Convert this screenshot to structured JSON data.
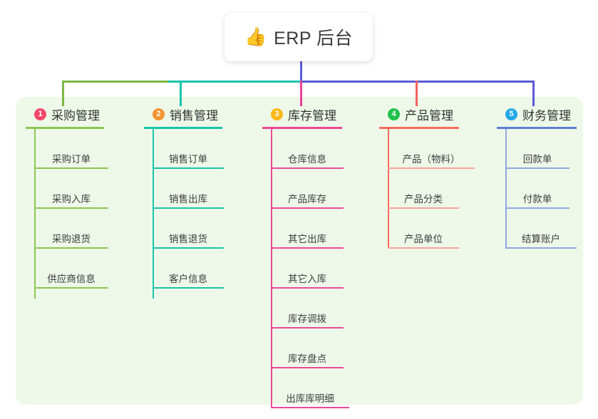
{
  "root": {
    "emoji": "👍",
    "icon_name": "thumbs-up-icon",
    "title": "ERP 后台"
  },
  "theme": {
    "panel_bg": "#eef8e9",
    "page_bg": "#ffffff",
    "text": "#333333",
    "connector_green": "#7cb943",
    "connector_teal": "#19c4ab",
    "connector_blue": "#5b5bd6",
    "drop_green": "#7cb943",
    "drop_teal": "#19c4ab",
    "drop_pink": "#e8439a",
    "drop_red": "#f45f5f",
    "drop_blue": "#5b5bd6"
  },
  "columns": [
    {
      "index": "1",
      "title": "采购管理",
      "badge_color": "#f4486b",
      "line_color": "#8cc653",
      "items": [
        {
          "label": "采购订单"
        },
        {
          "label": "采购入库"
        },
        {
          "label": "采购退货"
        },
        {
          "label": "供应商信息"
        }
      ]
    },
    {
      "index": "2",
      "title": "销售管理",
      "badge_color": "#f69331",
      "line_color": "#19c4ab",
      "items": [
        {
          "label": "销售订单"
        },
        {
          "label": "销售出库"
        },
        {
          "label": "销售退货"
        },
        {
          "label": "客户信息"
        }
      ]
    },
    {
      "index": "3",
      "title": "库存管理",
      "badge_color": "#f8b817",
      "line_color": "#ec4899",
      "items": [
        {
          "label": "仓库信息"
        },
        {
          "label": "产品库存"
        },
        {
          "label": "其它出库"
        },
        {
          "label": "其它入库"
        },
        {
          "label": "库存调拨"
        },
        {
          "label": "库存盘点"
        },
        {
          "label": "出库库明细"
        }
      ]
    },
    {
      "index": "4",
      "title": "产品管理",
      "badge_color": "#1fc04b",
      "line_color": "#f86b5e",
      "items": [
        {
          "label": "产品（物料）"
        },
        {
          "label": "产品分类"
        },
        {
          "label": "产品单位"
        }
      ]
    },
    {
      "index": "5",
      "title": "财务管理",
      "badge_color": "#23a8e8",
      "line_color": "#5b7fd6",
      "items": [
        {
          "label": "回款单"
        },
        {
          "label": "付款单"
        },
        {
          "label": "结算账户"
        }
      ]
    }
  ]
}
